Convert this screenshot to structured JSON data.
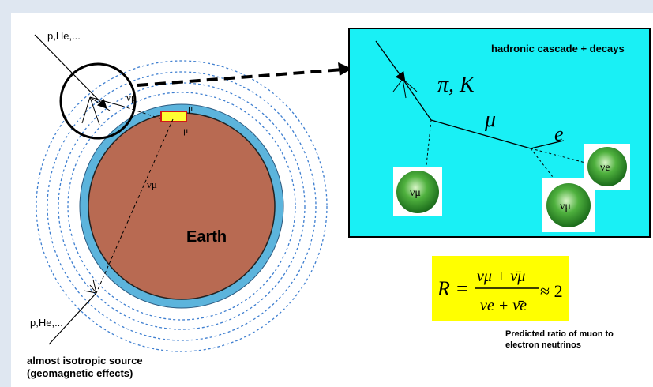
{
  "diagram": {
    "earth_label": "Earth",
    "primary_label_top": "p,He,...",
    "primary_label_bottom": "p,He,...",
    "nu_mu_label_near": "νμ",
    "nu_mu_label_through": "νμ",
    "mu_label_a": "μ",
    "mu_label_b": "μ",
    "source_caption_line1": "almost isotropic source",
    "source_caption_line2": "(geomagnetic effects)"
  },
  "inset": {
    "title": "hadronic cascade + decays",
    "pion_kaon_label": "π, K",
    "muon_label": "μ",
    "electron_label": "e",
    "neutrino_mu_a": "νμ",
    "neutrino_mu_b": "νμ",
    "neutrino_e": "νe"
  },
  "formula": {
    "lhs": "R =",
    "numerator": "νμ + ν̄μ",
    "denominator": "νe + ν̄e",
    "rhs": "≈ 2"
  },
  "caption": {
    "line1": "Predicted ratio of muon to",
    "line2": "electron neutrinos"
  },
  "colors": {
    "earth": "#b86a52",
    "atmosphere": "#5cb4dc",
    "inset_bg": "#19f0f5",
    "formula_bg": "#ffff00",
    "neutrino_ball": "#3aa22e"
  }
}
